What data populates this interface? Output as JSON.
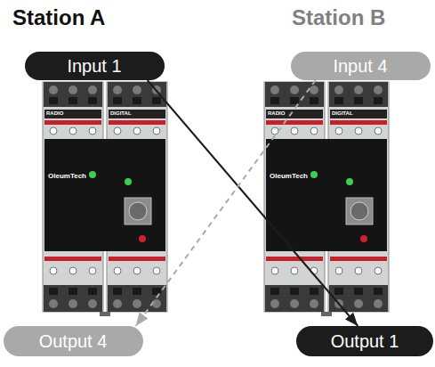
{
  "diagram": {
    "nodes": [
      {
        "text": [
          "Input 1"
        ]
      },
      {
        "text": [
          "Input 4"
        ]
      },
      {
        "text": [
          "Output 4"
        ]
      },
      {
        "text": [
          "Output 1"
        ]
      }
    ],
    "edges": [
      {
        "from": 0,
        "to": 3,
        "arrow": "to"
      },
      {
        "from": 1,
        "to": 2,
        "arrow": "to"
      }
    ],
    "labels": [
      "Station A",
      "Station B",
      "RADIO",
      "DIGITAL",
      "OleumTech",
      "RADIO",
      "DIGITAL",
      "OleumTech"
    ]
  }
}
